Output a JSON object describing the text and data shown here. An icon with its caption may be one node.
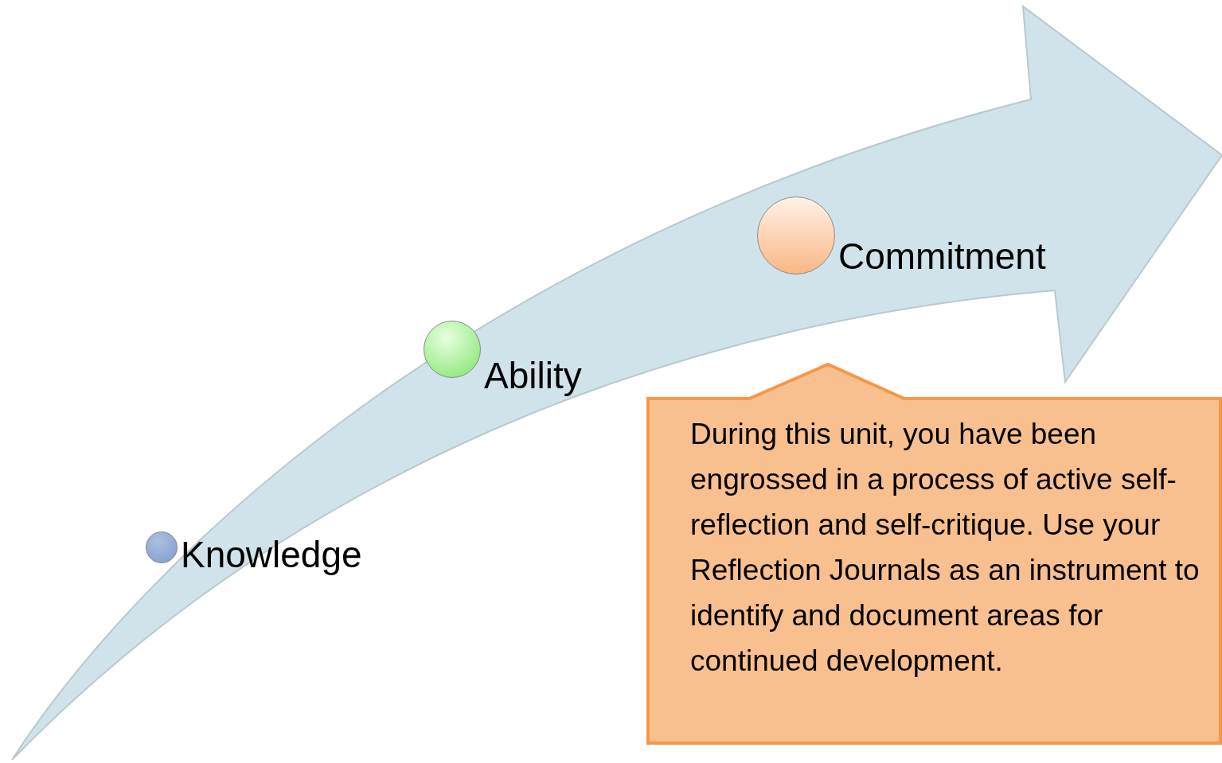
{
  "diagram": {
    "nodes": [
      {
        "text": [
          "Knowledge"
        ]
      },
      {
        "text": [
          "Ability"
        ]
      },
      {
        "text": [
          "Commitment"
        ]
      },
      {
        "text": [
          "During this unit, you have been engrossed in a process of active self-reflection and self-critique. Use your Reflection Journals as an instrument to identify and document areas for continued development."
        ]
      }
    ]
  }
}
